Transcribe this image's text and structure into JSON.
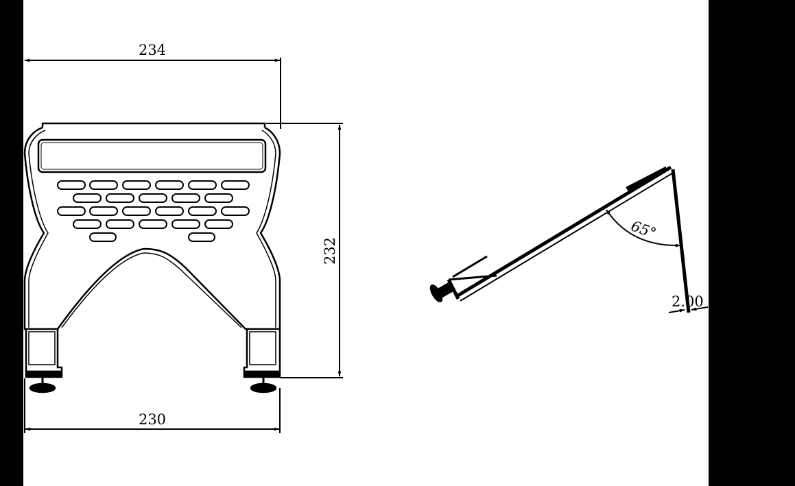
{
  "drawing": {
    "front_view": {
      "dim_top_width": "234",
      "dim_height": "232",
      "dim_bottom_width": "230"
    },
    "side_view": {
      "dim_angle": "65°",
      "dim_thickness": "2.00"
    }
  },
  "colors": {
    "ink": "#000000",
    "paper": "#ffffff",
    "border_bars": "#000000"
  }
}
